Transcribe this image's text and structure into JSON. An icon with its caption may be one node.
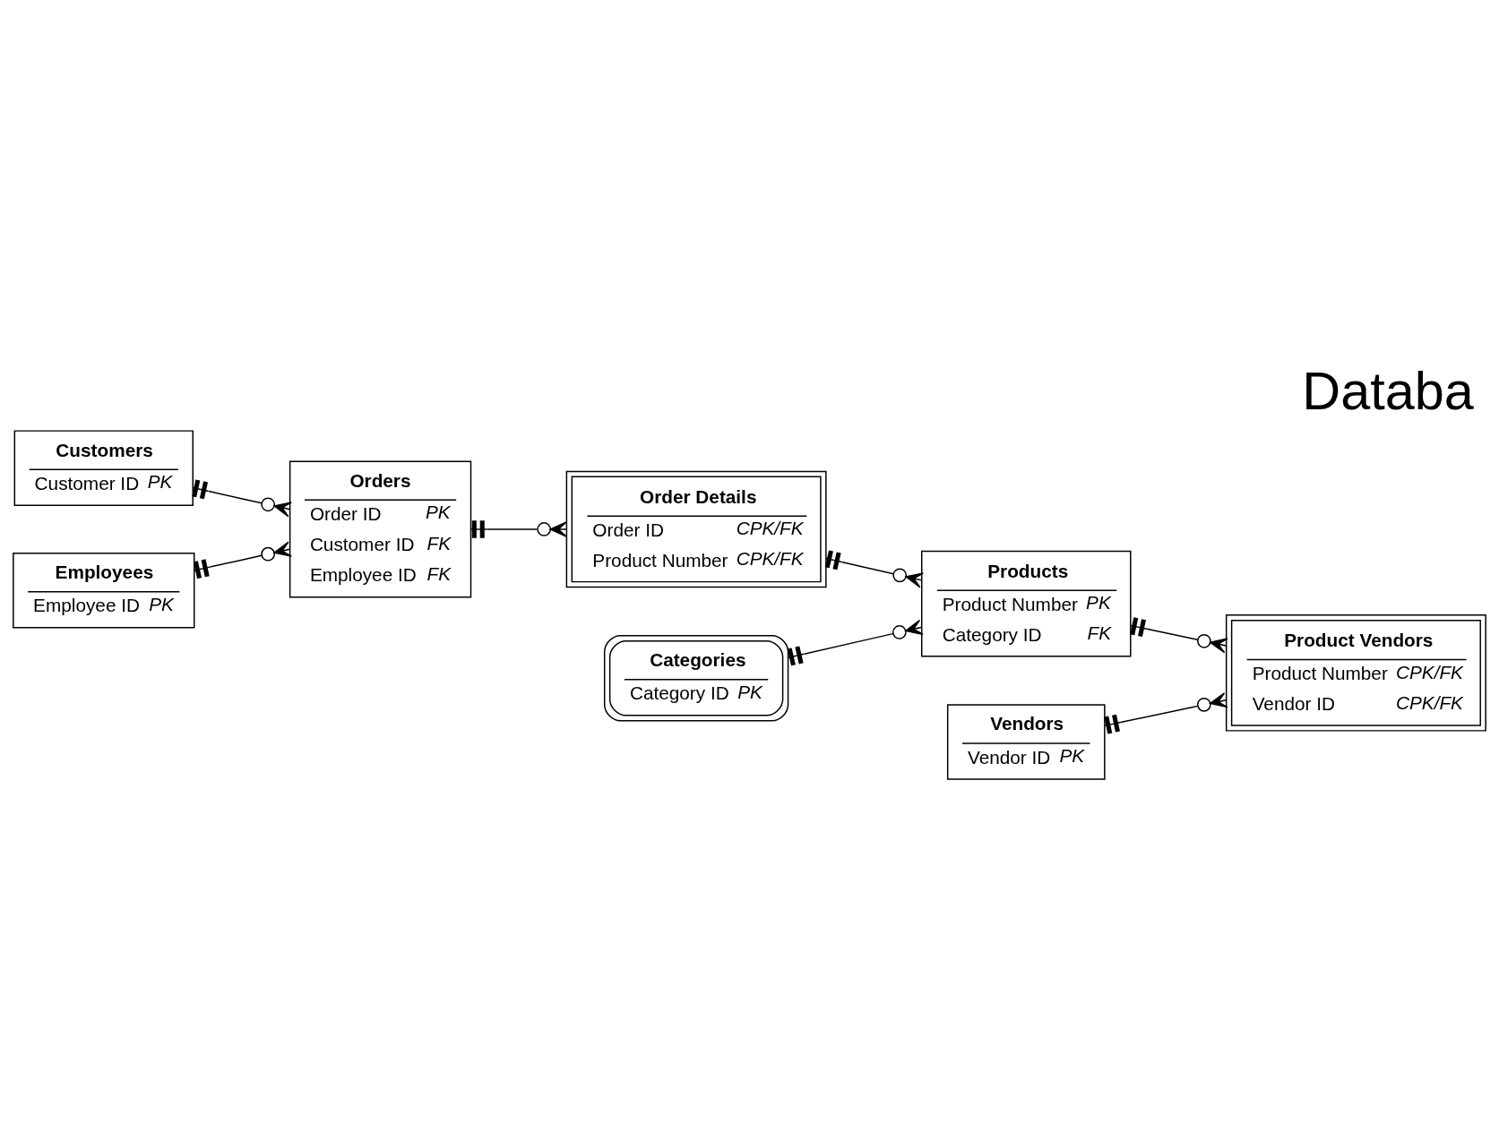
{
  "diagram": {
    "title": "Databa",
    "nodes": [
      {
        "text": [
          "Customers",
          "Customer ID",
          "PK"
        ]
      },
      {
        "text": [
          "Orders",
          "Order ID",
          "PK",
          "Customer ID",
          "FK",
          "Employee ID",
          "FK"
        ]
      },
      {
        "text": [
          "Employees",
          "Employee ID",
          "PK"
        ]
      },
      {
        "text": [
          "Order Details",
          "Order ID",
          "CPK/FK",
          "Product Number",
          "CPK/FK"
        ]
      },
      {
        "text": [
          "Products",
          "Product Number",
          "PK",
          "Category ID",
          "FK"
        ]
      },
      {
        "text": [
          "Product Vendors",
          "Product Number",
          "CPK/FK",
          "Vendor ID",
          "CPK/FK"
        ]
      },
      {
        "text": [
          "Categories",
          "Category ID",
          "PK"
        ]
      },
      {
        "text": [
          "Vendors",
          "Vendor ID",
          "PK"
        ]
      }
    ],
    "edges": [
      {
        "from": 0,
        "to": 1,
        "arrow": "other"
      },
      {
        "from": 2,
        "to": 1,
        "arrow": "other"
      },
      {
        "from": 1,
        "to": 3,
        "arrow": "other"
      },
      {
        "from": 3,
        "to": 4,
        "arrow": "other"
      },
      {
        "from": 6,
        "to": 4,
        "arrow": "other"
      },
      {
        "from": 4,
        "to": 5,
        "arrow": "other"
      },
      {
        "from": 7,
        "to": 5,
        "arrow": "other"
      }
    ]
  }
}
